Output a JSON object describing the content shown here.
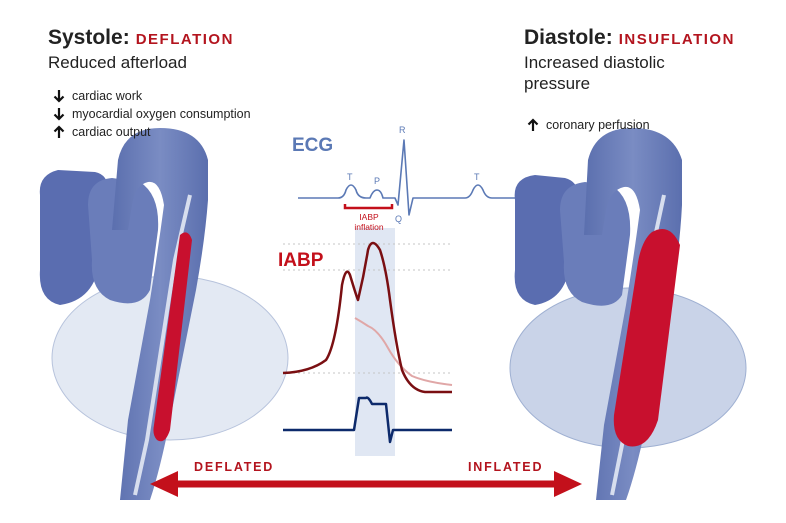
{
  "left": {
    "phase": "Systole:",
    "mode": "DEFLATION",
    "subtitle": "Reduced afterload",
    "effects": [
      {
        "dir": "down",
        "text": "cardiac work"
      },
      {
        "dir": "down",
        "text": "myocardial oxygen consumption"
      },
      {
        "dir": "up",
        "text": "cardiac output"
      }
    ]
  },
  "right": {
    "phase": "Diastole:",
    "mode": "INSUFLATION",
    "subtitle_line1": "Increased diastolic",
    "subtitle_line2": "pressure",
    "effects": [
      {
        "dir": "up",
        "text": "coronary perfusion"
      }
    ]
  },
  "center": {
    "ecg_label": "ECG",
    "iabp_label": "IABP",
    "wave_labels": {
      "t1": "T",
      "p": "P",
      "r": "R",
      "q": "Q",
      "t2": "T"
    },
    "inflation_line1": "IABP",
    "inflation_line2": "inflation"
  },
  "bottom": {
    "deflated": "DEFLATED",
    "inflated": "INFLATED"
  },
  "colors": {
    "accent_red": "#b3141e",
    "balloon_red": "#c8102e",
    "aorta_blue": "#6377b3",
    "heart_fill": "#e3e9f3",
    "ecg_blue": "#5b79b5",
    "pressure_dark_red": "#7a0f12",
    "pressure_light": "#e0a7a7",
    "trigger_navy": "#0d2a6b"
  }
}
